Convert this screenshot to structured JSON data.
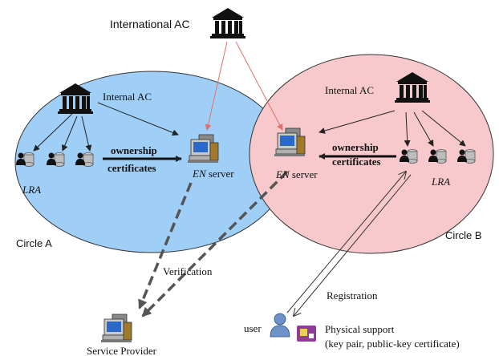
{
  "title": "International AC",
  "circle_a": {
    "label": "Circle A",
    "internal_ac": "Internal AC",
    "lra": "LRA",
    "ownership_1": "ownership",
    "ownership_2": "certificates",
    "en_server_italic": "EN",
    "en_server_text": " server",
    "fill_color": "#9fcff7"
  },
  "circle_b": {
    "label": "Circle B",
    "internal_ac": "Internal AC",
    "lra": "LRA",
    "ownership_1": "ownership",
    "ownership_2": "certificates",
    "en_server_italic": "EN",
    "en_server_text": " server",
    "fill_color": "#f8c9cc"
  },
  "verification": "Verification",
  "registration": "Registration",
  "service_provider": "Service Provider",
  "user": "user",
  "physical_support_1": "Physical support",
  "physical_support_2": "(key pair, public-key certificate)",
  "colors": {
    "red_arrow": "#e0706a",
    "dashed_arrow": "#555555",
    "arrow": "#222222"
  },
  "icons": [
    "bank-icon",
    "database-user-icon",
    "server-computer-icon",
    "user-icon",
    "smartcard-icon"
  ]
}
